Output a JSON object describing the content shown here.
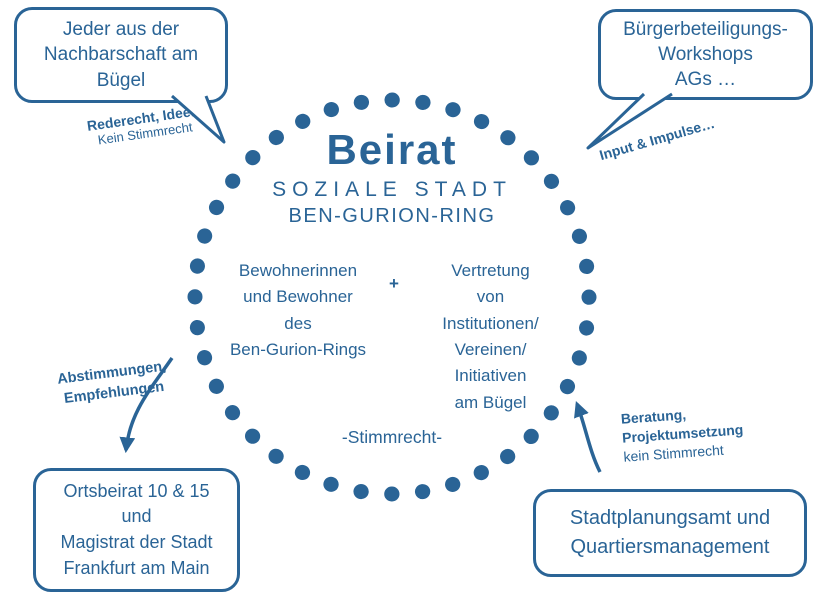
{
  "colors": {
    "accent": "#2a6496",
    "background": "#ffffff"
  },
  "circle": {
    "title": "Beirat",
    "subtitle_line1": "SOZIALE STADT",
    "subtitle_line2": "BEN-GURION-RING",
    "members_left": "Bewohnerinnen\nund Bewohner\ndes\nBen-Gurion-Rings",
    "plus_sign": "+",
    "members_right": "Vertretung\nvon\nInstitutionen/\nVereinen/\nInitiativen\nam Bügel",
    "voting_note": "-Stimmrecht-"
  },
  "top_left_bubble": {
    "text": "Jeder aus der\nNachbarschaft am\nBügel",
    "label_bold": "Rederecht, Ideen",
    "label_regular": "Kein Stimmrecht"
  },
  "top_right_bubble": {
    "text": "Bürgerbeteiligungs-\nWorkshops\nAGs …",
    "label_bold": "Input & Impulse…"
  },
  "bottom_left_box": {
    "text": "Ortsbeirat 10 & 15\nund\nMagistrat der Stadt\nFrankfurt am Main",
    "label_bold": "Abstimmungen,\nEmpfehlungen"
  },
  "bottom_right_box": {
    "text": "Stadtplanungsamt und\nQuartiersmanagement",
    "label_bold": "Beratung,\nProjektumsetzung",
    "label_regular": "kein Stimmrecht"
  }
}
